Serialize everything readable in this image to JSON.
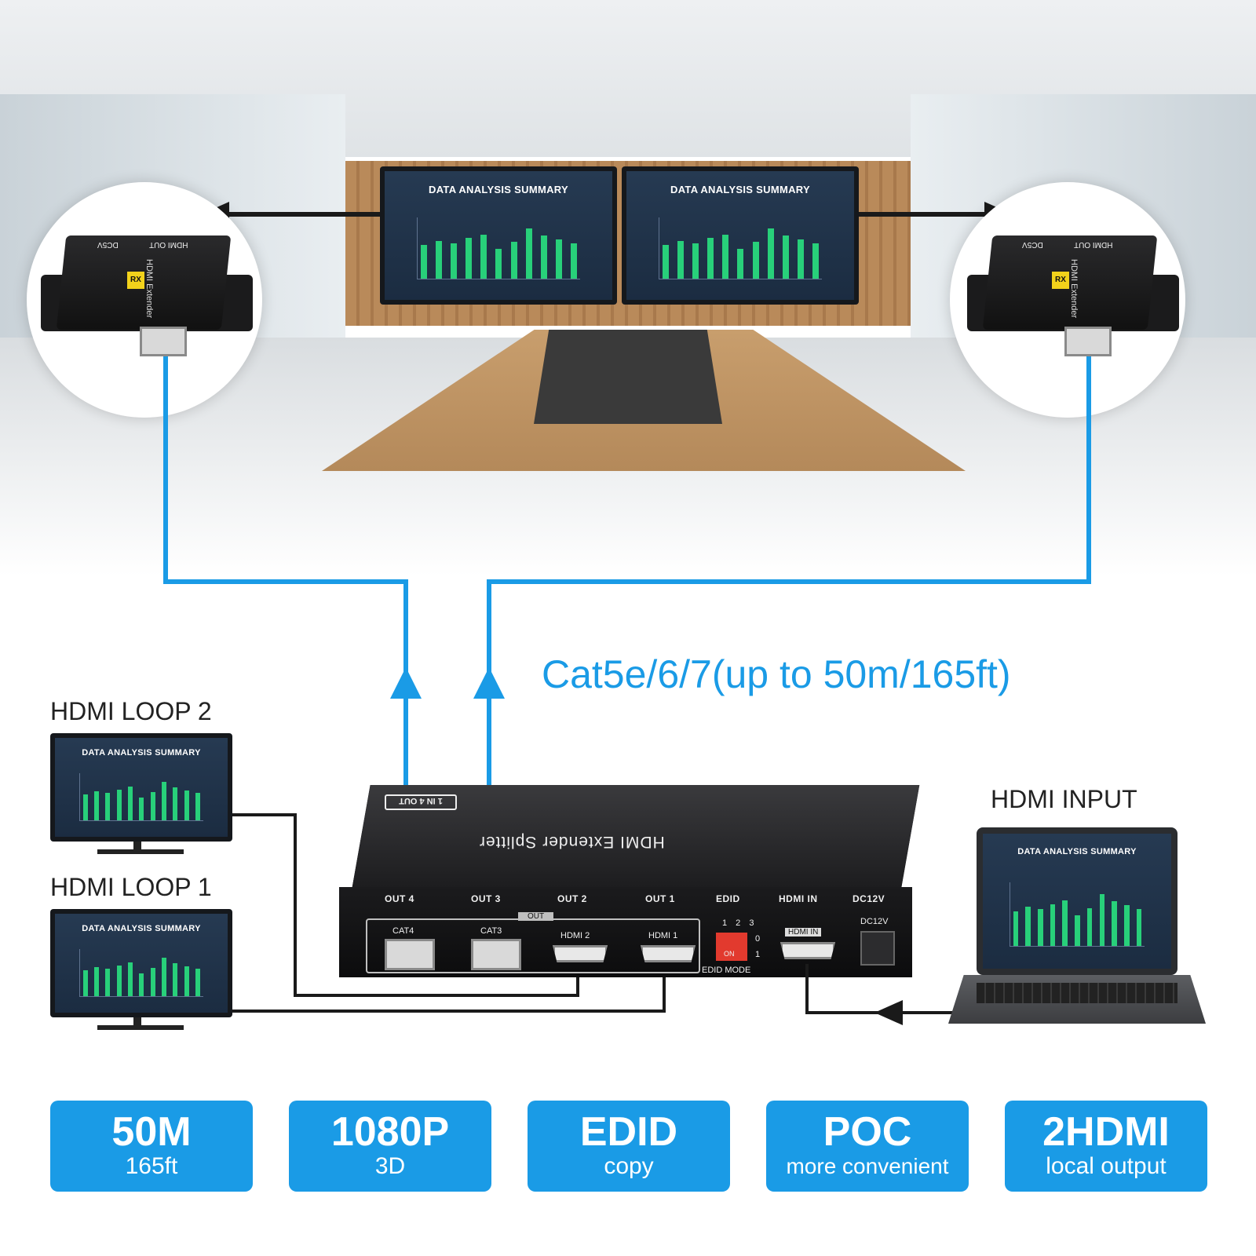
{
  "screens": {
    "title": "DATA ANALYSIS SUMMARY",
    "bar_levels": [
      0.55,
      0.62,
      0.58,
      0.66,
      0.72,
      0.48,
      0.6,
      0.82,
      0.7,
      0.64,
      0.58
    ]
  },
  "receivers": {
    "model": "HDMI Extender",
    "tag": "RX",
    "port_hdmi_out": "HDMI OUT",
    "port_dc": "DC5V"
  },
  "cable_label": "Cat5e/6/7(up to 50m/165ft)",
  "loops": {
    "loop2": "HDMI LOOP 2",
    "loop1": "HDMI LOOP 1"
  },
  "input_label": "HDMI INPUT",
  "splitter": {
    "badge": "1 IN 4 OUT",
    "name": "HDMI Extender Splitter",
    "ports": {
      "out4": "OUT 4",
      "out3": "OUT 3",
      "out2": "OUT 2",
      "out1": "OUT 1",
      "edid": "EDID",
      "hdmi_in": "HDMI IN",
      "dc": "DC12V",
      "cat4": "CAT4",
      "cat3": "CAT3",
      "hdmi2": "HDMI 2",
      "hdmi1": "HDMI 1",
      "out_group": "OUT",
      "edid_mode": "EDID MODE",
      "dip_numbers": "1 2 3",
      "dip_on": "ON",
      "dip_zero": "0",
      "dip_one": "1"
    }
  },
  "features": [
    {
      "big": "50M",
      "sub": "165ft"
    },
    {
      "big": "1080P",
      "sub": "3D"
    },
    {
      "big": "EDID",
      "sub": "copy"
    },
    {
      "big": "POC",
      "sub": "more convenient"
    },
    {
      "big": "2HDMI",
      "sub": "local output"
    }
  ],
  "colors": {
    "accent_blue": "#1a9be6",
    "chart_green": "#28d07a",
    "screen_blue": "#263a52"
  }
}
